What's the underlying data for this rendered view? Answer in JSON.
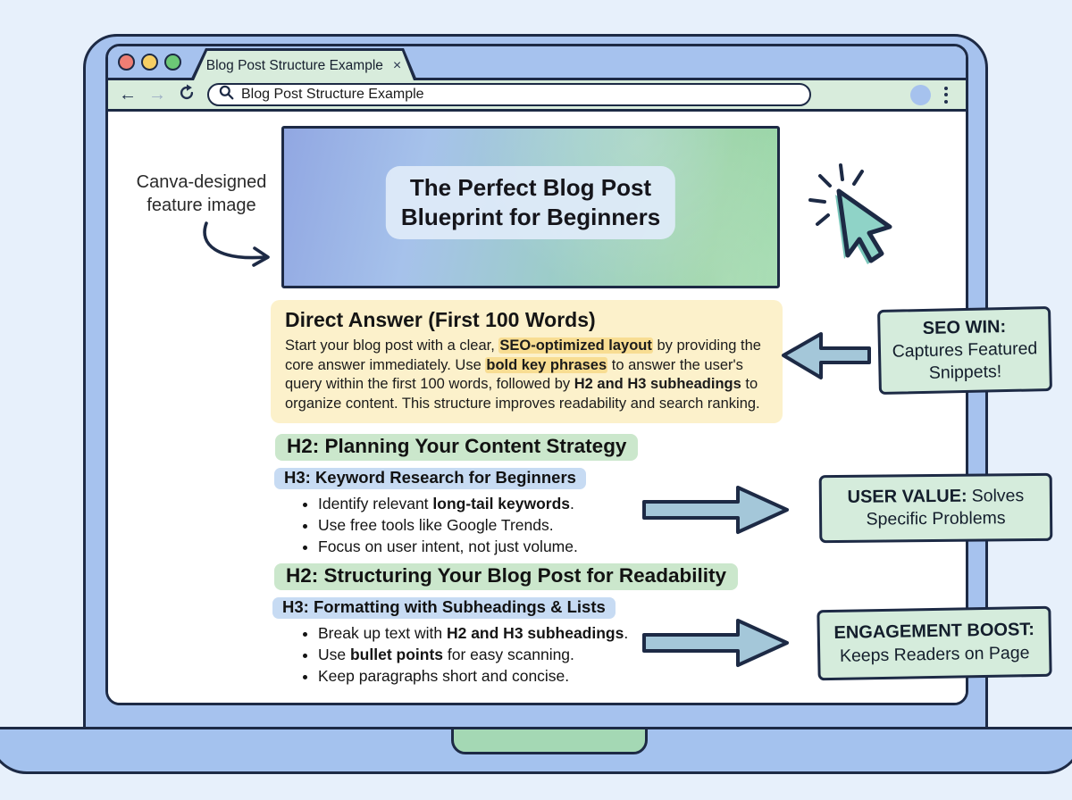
{
  "browser": {
    "tab": {
      "title": "Blog Post Structure Example",
      "close": "×"
    },
    "toolbar": {
      "back": "←",
      "forward": "→",
      "url": "Blog Post Structure Example"
    }
  },
  "annotation": {
    "line1": "Canva-designed",
    "line2": "feature image"
  },
  "feature_image": {
    "title_line1": "The Perfect Blog Post",
    "title_line2": "Blueprint for Beginners"
  },
  "direct_answer": {
    "heading": "Direct Answer (First 100 Words)",
    "p1": "Start your blog post with a clear, ",
    "hl1": "SEO-optimized layout",
    "p2": " by providing the core answer immediately. Use ",
    "hl2": "bold key phrases",
    "p3": " to answer the user's query within the first 100 words, followed by ",
    "b1": "H2 and H3 subheadings",
    "p4": " to organize content. This structure improves readability and search ranking."
  },
  "section1": {
    "h2": "H2: Planning Your Content Strategy",
    "h3": "H3: Keyword Research for Beginners",
    "bullets": [
      {
        "pre": "Identify relevant ",
        "bold": "long-tail keywords",
        "post": "."
      },
      {
        "pre": "Use free tools like Google Trends.",
        "bold": "",
        "post": ""
      },
      {
        "pre": "Focus on user intent, not just volume.",
        "bold": "",
        "post": ""
      }
    ]
  },
  "section2": {
    "h2": "H2: Structuring Your Blog Post for Readability",
    "h3": "H3: Formatting with Subheadings & Lists",
    "bullets": [
      {
        "pre": "Break up text with ",
        "bold": "H2 and H3 subheadings",
        "post": "."
      },
      {
        "pre": "Use ",
        "bold": "bullet points",
        "post": " for easy scanning."
      },
      {
        "pre": "Keep paragraphs short and concise.",
        "bold": "",
        "post": ""
      }
    ]
  },
  "signs": {
    "seo": {
      "heading": "SEO WIN:",
      "line1": "Captures Featured",
      "line2": "Snippets!"
    },
    "user": {
      "heading": "USER VALUE:",
      "heading_rest": "Solves",
      "line2": "Specific Problems"
    },
    "engagement": {
      "heading": "ENGAGEMENT BOOST:",
      "line2": "Keeps Readers on Page"
    }
  },
  "colors": {
    "background": "#e7f0fb",
    "laptop_blue": "#a6c2ee",
    "outline_navy": "#1d2a45",
    "toolbar_green": "#d8ecdc",
    "notch_green": "#a4d8b4",
    "note_yellow": "#fcf1cb",
    "highlight_yellow": "#f8dd92",
    "h2_highlight_green": "#cbe7cc",
    "h3_highlight_blue": "#c7dbf3",
    "sign_green": "#d5ecdc",
    "arrow_steel_blue": "#a4c7d9",
    "cursor_teal": "#8fd3c7",
    "traffic_red": "#ee7e74",
    "traffic_yellow": "#f6ce63",
    "traffic_green": "#6cc876"
  }
}
